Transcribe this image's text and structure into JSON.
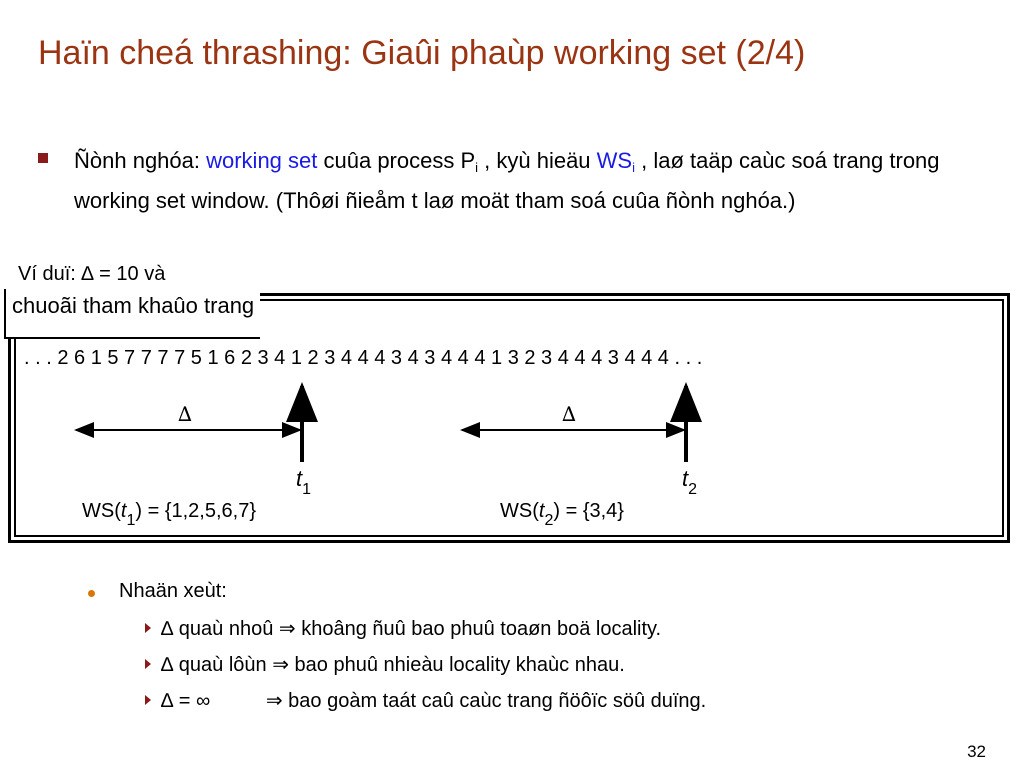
{
  "title": "Haïn cheá thrashing: Giaûi phaùp working set (2/4)",
  "definition": {
    "lead": "Ñònh nghóa: ",
    "term": "working set",
    "mid1": " cuûa process P",
    "sub_i": "i",
    "mid2": " , kyù hieäu ",
    "ws_label": "WS",
    "ws_sub": "i",
    "rest": " , laø taäp caùc soá trang trong working set window. (Thôøi ñieåm t laø moät tham soá cuûa ñònh nghóa.)"
  },
  "example_label": "Ví duï: ∆ = 10 và",
  "sequence_label": "chuoãi tham khaûo trang",
  "sequence": ". . . 2  6  1  5  7  7  7  7  5  1  6  2  3  4  1  2  3  4  4  4  3  4  3  4  4  4  1  3  2  3  4  4  4  3  4  4  4 . . .",
  "delta_symbol": "∆",
  "t1": {
    "label": "t",
    "sub": "1"
  },
  "t2": {
    "label": "t",
    "sub": "2"
  },
  "ws1": {
    "prefix": "WS(",
    "var": "t",
    "sub": "1",
    "suffix": ") = {1,2,5,6,7}"
  },
  "ws2": {
    "prefix": "WS(",
    "var": "t",
    "sub": "2",
    "suffix": ") = {3,4}"
  },
  "notes": {
    "heading": "Nhaän xeùt:",
    "items": [
      "∆ quaù nhoû ⇒ khoâng ñuû bao phuû toaøn boä locality.",
      "∆ quaù lôùn  ⇒ bao phuû nhieàu locality khaùc nhau.",
      "∆ = ∞          ⇒ bao goàm taát caû caùc trang ñöôïc söû duïng."
    ]
  },
  "page_number": "32",
  "colors": {
    "title": "#9a3412",
    "term": "#1a1ae6",
    "bullet": "#8b1a1a",
    "sub_bullet": "#d97706"
  }
}
